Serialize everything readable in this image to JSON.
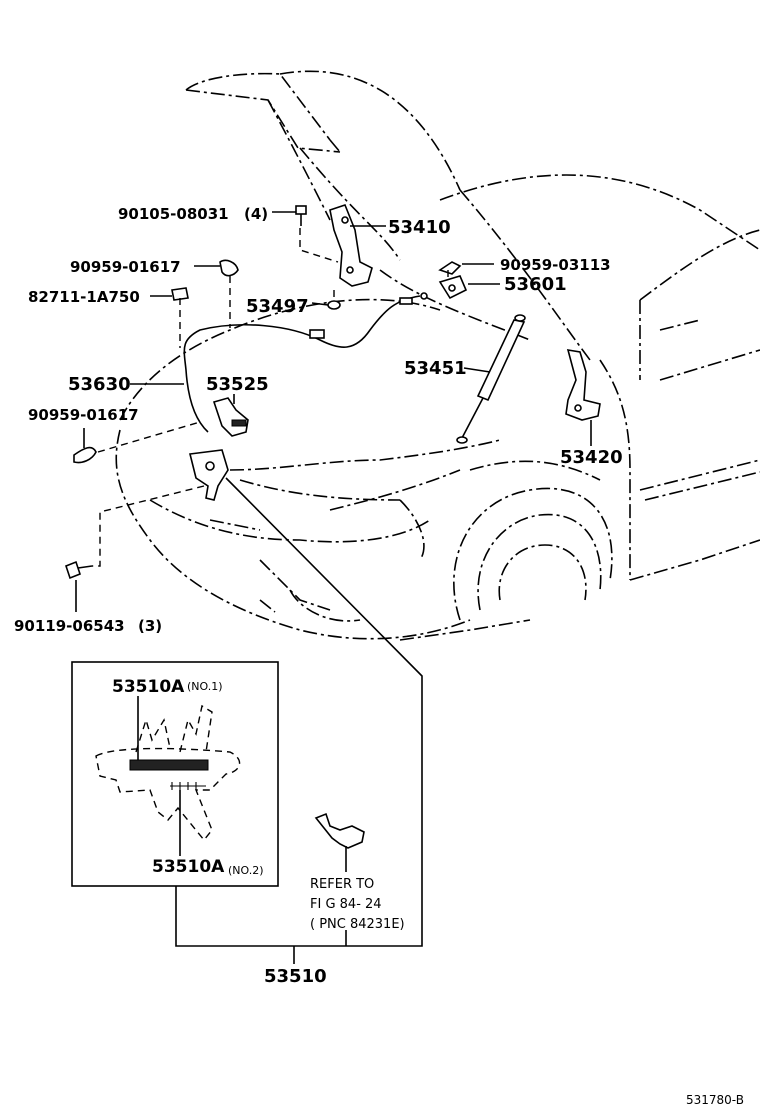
{
  "labels": {
    "p_90105": "90105-08031",
    "p_90105_qty": "(4)",
    "p_53410": "53410",
    "p_90959_a": "90959-01617",
    "p_90959_03113": "90959-03113",
    "p_82711": "82711-1A750",
    "p_53497": "53497",
    "p_53601": "53601",
    "p_53451": "53451",
    "p_53630": "53630",
    "p_53525": "53525",
    "p_90959_b": "90959-01617",
    "p_53420": "53420",
    "p_90119": "90119-06543",
    "p_90119_qty": "(3)",
    "p_53510A_1": "53510A",
    "p_53510A_1_note": "(NO.1)",
    "p_53510A_2": "53510A",
    "p_53510A_2_note": "(NO.2)",
    "refer_line1": "REFER TO",
    "refer_line2": "FI G 84- 24",
    "refer_line3": "( PNC 84231E)",
    "p_53510": "53510",
    "fig_code": "531780-B"
  }
}
